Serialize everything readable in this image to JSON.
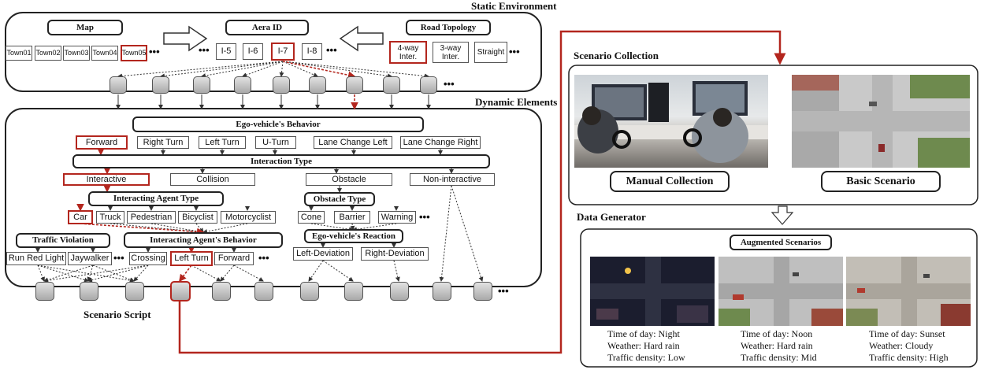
{
  "sections": {
    "static_env": "Static Environment",
    "dynamic": "Dynamic Elements",
    "script": "Scenario Script",
    "collection": "Scenario Collection",
    "generator": "Data Generator"
  },
  "static": {
    "map_title": "Map",
    "maps": [
      "Town01",
      "Town02",
      "Town03",
      "Town04",
      "Town05"
    ],
    "area_title": "Aera ID",
    "areas": [
      "I-5",
      "I-6",
      "I-7",
      "I-8"
    ],
    "road_title": "Road Topology",
    "roads": [
      "4-way Inter.",
      "3-way Inter.",
      "Straight"
    ],
    "ellipsis": "•••"
  },
  "dynamic": {
    "ego_title": "Ego-vehicle's Behavior",
    "ego_behaviors": [
      "Forward",
      "Right Turn",
      "Left Turn",
      "U-Turn",
      "Lane Change Left",
      "Lane Change Right"
    ],
    "interaction_title": "Interaction Type",
    "interaction_types": [
      "Interactive",
      "Collision",
      "Obstacle",
      "Non-interactive"
    ],
    "agent_type_title": "Interacting Agent Type",
    "agent_types": [
      "Car",
      "Truck",
      "Pedestrian",
      "Bicyclist",
      "Motorcyclist"
    ],
    "obstacle_type_title": "Obstacle Type",
    "obstacle_types": [
      "Cone",
      "Barrier",
      "Warning"
    ],
    "violation_title": "Traffic Violation",
    "violations": [
      "Run Red Light",
      "Jaywalker"
    ],
    "agent_behavior_title": "Interacting Agent's Behavior",
    "agent_behaviors": [
      "Crossing",
      "Left Turn",
      "Forward"
    ],
    "reaction_title": "Ego-vehicle's Reaction",
    "reactions": [
      "Left-Deviation",
      "Right-Deviation"
    ]
  },
  "collection": {
    "manual": "Manual Collection",
    "basic": "Basic Scenario"
  },
  "generator": {
    "title": "Augmented Scenarios",
    "scenarios": [
      {
        "time": "Time of day: Night",
        "weather": "Weather: Hard rain",
        "density": "Traffic density: Low"
      },
      {
        "time": "Time of day: Noon",
        "weather": "Weather: Hard rain",
        "density": "Traffic density: Mid"
      },
      {
        "time": "Time of day: Sunset",
        "weather": "Weather: Cloudy",
        "density": "Traffic density: High"
      }
    ]
  },
  "colors": {
    "accent": "#b3261e",
    "frame": "#222222",
    "node": "#bdbdbd"
  }
}
